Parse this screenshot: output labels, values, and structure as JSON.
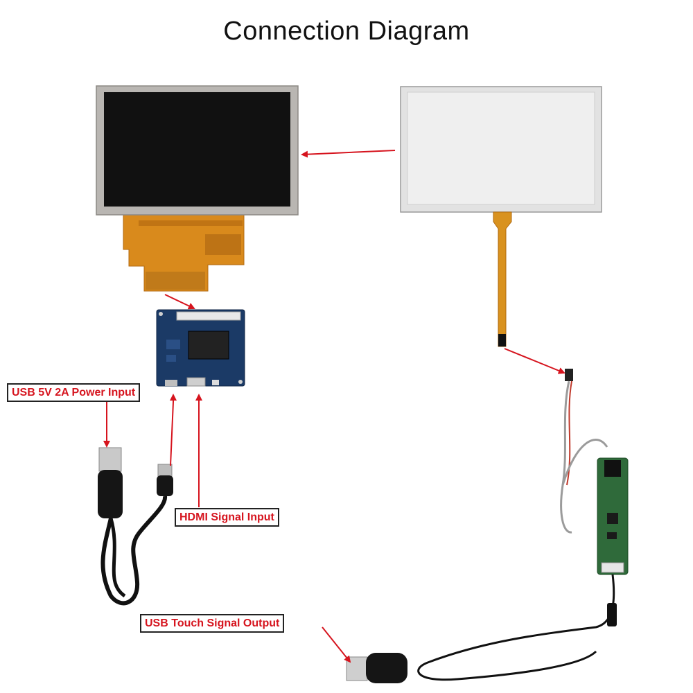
{
  "title": "Connection Diagram",
  "labels": {
    "power": "USB 5V 2A Power Input",
    "hdmi": "HDMI Signal Input",
    "touch": "USB Touch Signal Output"
  },
  "colors": {
    "arrow": "#d6141e",
    "pcb_blue": "#1b3a66",
    "fpc_orange": "#d98a1c",
    "lcd_black": "#111111",
    "touch_glass": "#e9e9e9",
    "cable": "#111111"
  }
}
